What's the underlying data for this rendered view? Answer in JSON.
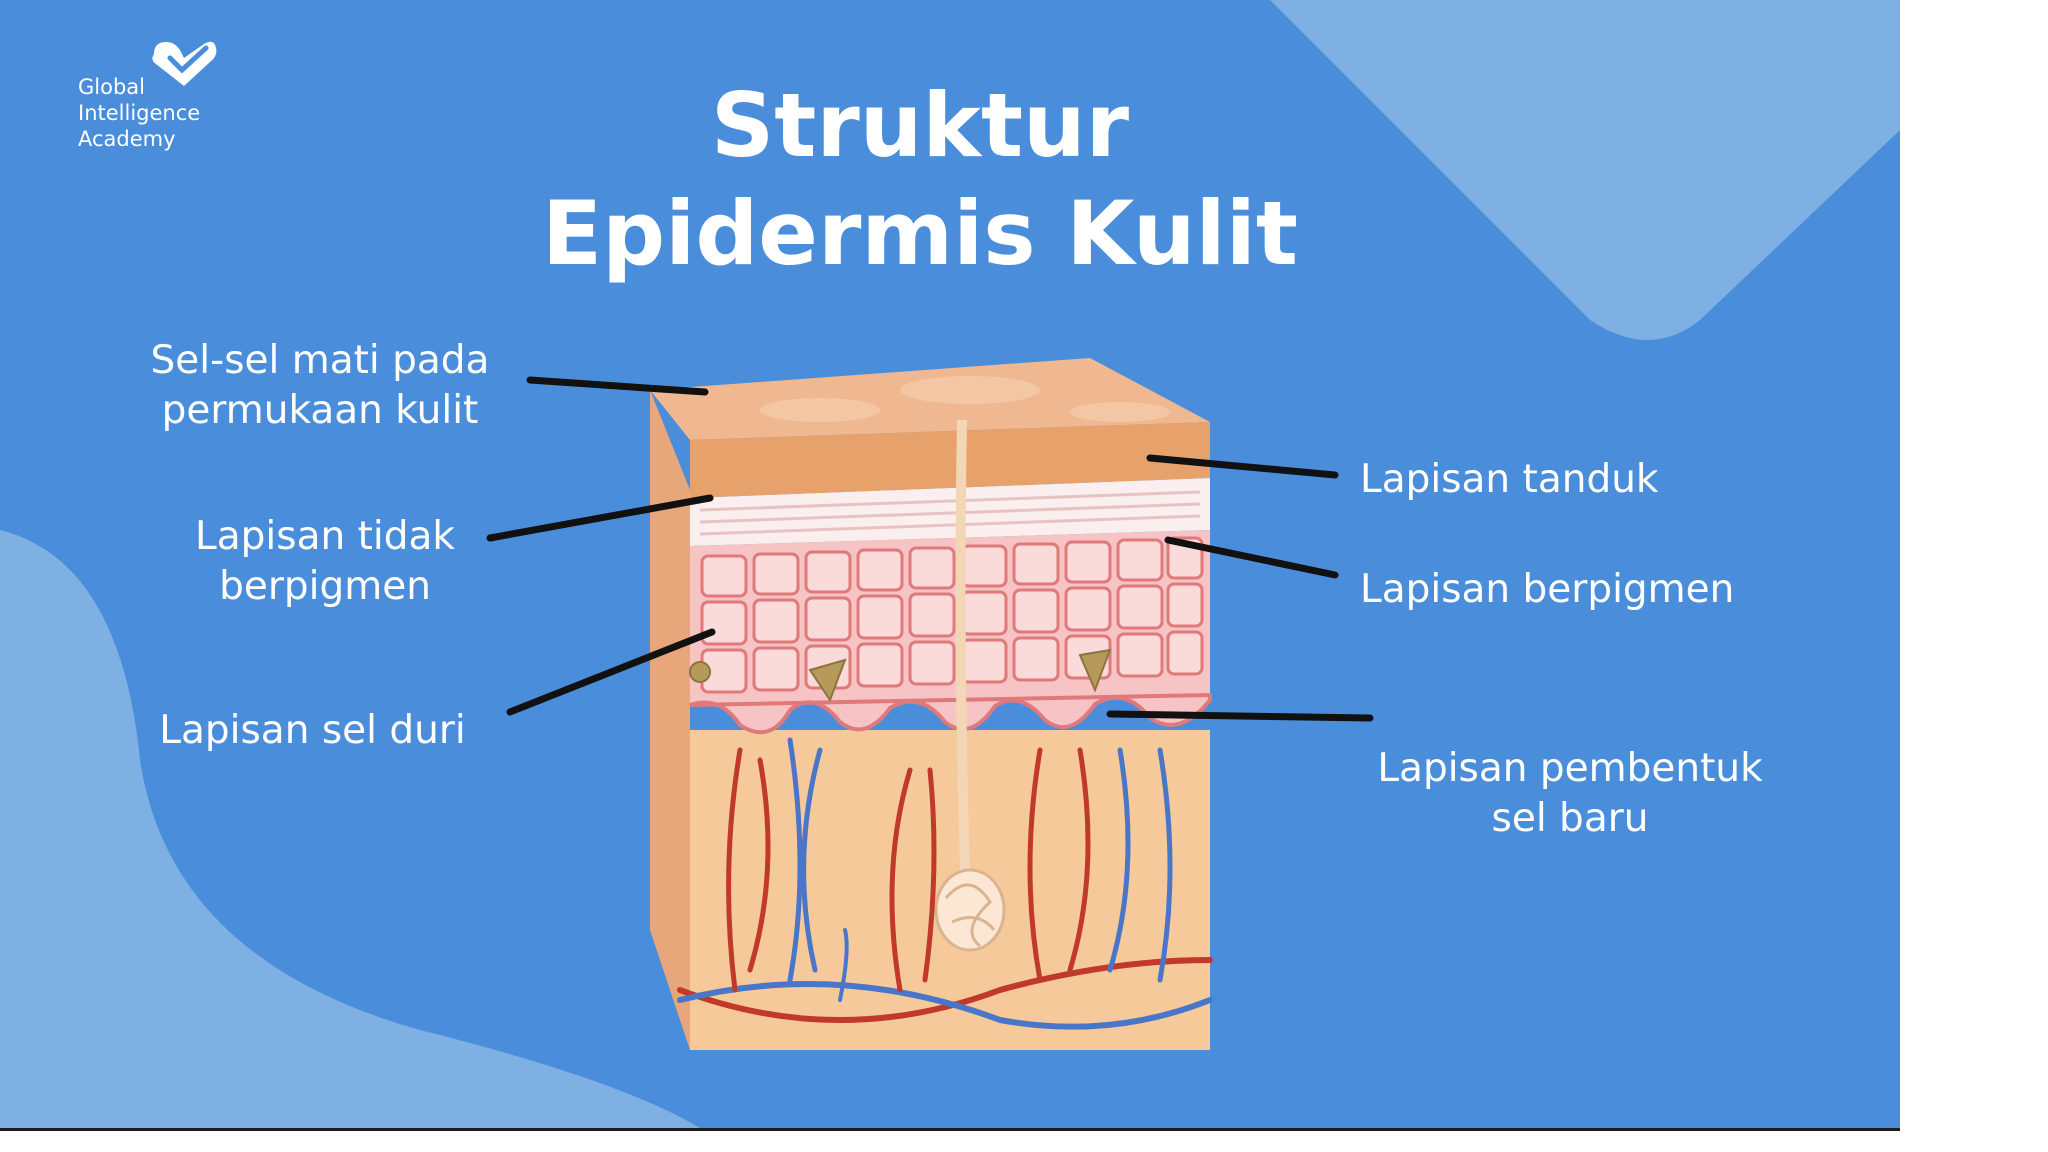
{
  "logo": {
    "icon": "heart-check-icon",
    "line1": "Global",
    "line2": "Intelligence",
    "line3": "Academy"
  },
  "title": {
    "line1": "Struktur",
    "line2": "Epidermis Kulit"
  },
  "labels": {
    "dead_cells_l1": "Sel-sel mati pada",
    "dead_cells_l2": "permukaan kulit",
    "unpigmented_l1": "Lapisan tidak",
    "unpigmented_l2": "berpigmen",
    "spiny": "Lapisan sel duri",
    "horny": "Lapisan tanduk",
    "pigmented": "Lapisan berpigmen",
    "basal_l1": "Lapisan pembentuk",
    "basal_l2": "sel baru"
  },
  "colors": {
    "background": "#4a8edb",
    "blob": "#7eb0e3",
    "text": "#ffffff",
    "leader_line": "#111111",
    "skin_top": "#e8a77a",
    "skin_body": "#f5c99a",
    "cells": "#f6c4c4",
    "cell_border": "#e07a7a",
    "artery": "#c0392b",
    "vein": "#4a76c9"
  }
}
